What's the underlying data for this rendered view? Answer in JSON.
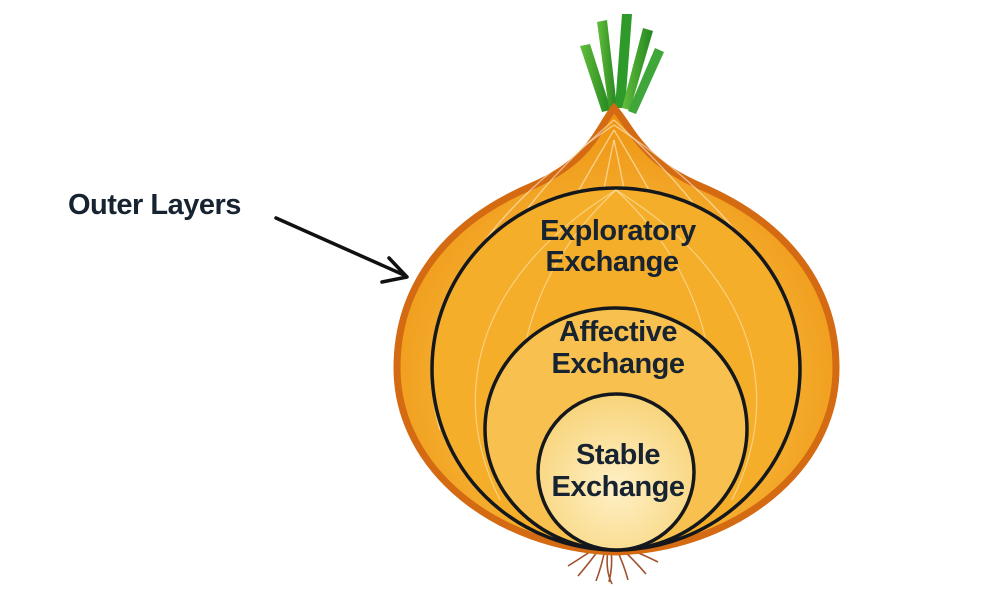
{
  "diagram": {
    "outer_label": "Outer Layers",
    "layers": [
      {
        "name": "exploratory",
        "line1": "Exploratory",
        "line2": "Exchange"
      },
      {
        "name": "affective",
        "line1": "Affective",
        "line2": "Exchange"
      },
      {
        "name": "stable",
        "line1": "Stable",
        "line2": "Exchange"
      }
    ],
    "colors": {
      "onion_skin": "#D46A12",
      "onion_body": "#F2A31D",
      "onion_light": "#FBDD8E",
      "core": "#FDE7A8",
      "stem": "#2E9A2A",
      "stem_light": "#6CC24A",
      "ring_line": "#14181C",
      "text": "#172331",
      "root": "#A0522D"
    }
  }
}
